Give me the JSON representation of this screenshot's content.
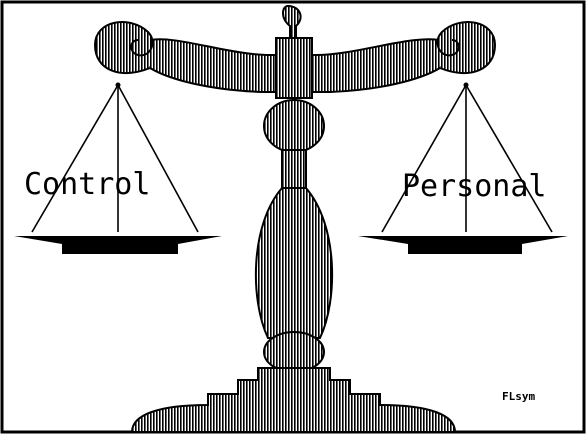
{
  "labels": {
    "left_pan": "Control",
    "right_pan": "Personal",
    "caption": "FLsym"
  },
  "colors": {
    "ink": "#000000",
    "paper": "#ffffff"
  }
}
